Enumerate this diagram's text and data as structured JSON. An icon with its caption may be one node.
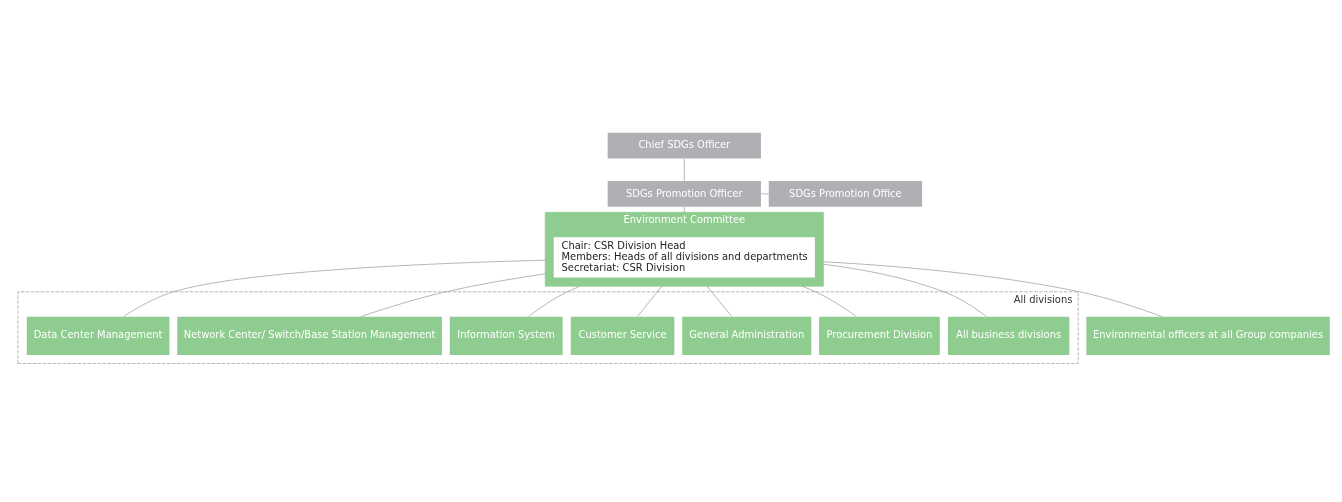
{
  "diagram": {
    "nodes": [
      {
        "text": [
          "Chief SDGs Officer"
        ]
      },
      {
        "text": [
          "SDGs Promotion Officer"
        ]
      },
      {
        "text": [
          "SDGs Promotion Office"
        ]
      },
      {
        "text": [
          "Environment Committee"
        ]
      },
      {
        "text": [
          "Chair: CSR Division Head",
          "Members: Heads of all divisions and departments",
          "Secretariat: CSR Division"
        ],
        "in": 3
      },
      {
        "text": [
          "All divisions"
        ]
      },
      {
        "text": [
          "All business divisions"
        ],
        "in": 5
      },
      {
        "text": [
          "Procurement Division"
        ],
        "in": 5
      },
      {
        "text": [
          "General Administration"
        ],
        "in": 5
      },
      {
        "text": [
          "Customer Service"
        ],
        "in": 5
      },
      {
        "text": [
          "Information System"
        ],
        "in": 5
      },
      {
        "text": [
          "Network Center/ Switch/Base Station Management"
        ],
        "in": 5
      },
      {
        "text": [
          "Data Center Management"
        ],
        "in": 5
      },
      {
        "text": [
          "Environmental officers at all Group companies"
        ]
      }
    ],
    "edges": [
      {
        "from": 0,
        "to": 1,
        "arrow": "none"
      },
      {
        "from": 1,
        "to": 3,
        "arrow": "none"
      },
      {
        "from": 1,
        "to": 2,
        "arrow": "none"
      },
      {
        "from": 3,
        "to": 6,
        "arrow": "none"
      },
      {
        "from": 3,
        "to": 7,
        "arrow": "none"
      },
      {
        "from": 3,
        "to": 8,
        "arrow": "none"
      },
      {
        "from": 3,
        "to": 9,
        "arrow": "none"
      },
      {
        "from": 3,
        "to": 10,
        "arrow": "none"
      },
      {
        "from": 3,
        "to": 11,
        "arrow": "none"
      },
      {
        "from": 3,
        "to": 12,
        "arrow": "none"
      },
      {
        "from": 3,
        "to": 13,
        "arrow": "none"
      }
    ]
  }
}
